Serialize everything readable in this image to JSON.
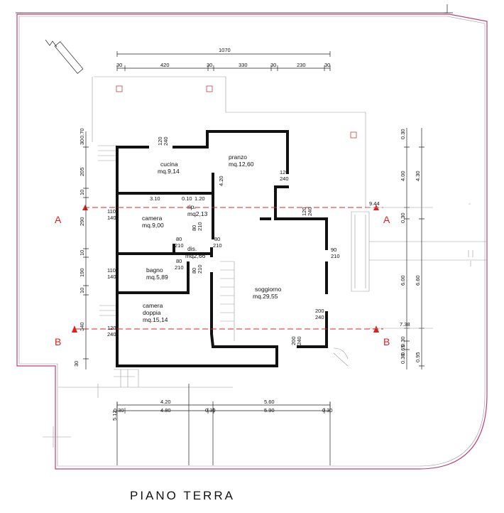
{
  "drawing_title": "PIANO TERRA",
  "sections": {
    "a_left": "A",
    "a_right": "A",
    "b_left": "B",
    "b_right": "B"
  },
  "colors": {
    "section_line": "#e02020",
    "boundary": "#c0407a",
    "walls": "#111111"
  },
  "rooms": {
    "cucina": {
      "name": "cucina",
      "area": "mq.9,14"
    },
    "pranzo": {
      "name": "pranzo",
      "area": "mq.12,60"
    },
    "rip": {
      "name": "rip.",
      "area": "mq2,13"
    },
    "camera": {
      "name": "camera",
      "area": "mq.9,00"
    },
    "dis": {
      "name": "dis.",
      "area": "mq2,66"
    },
    "bagno": {
      "name": "bagno",
      "area": "mq.5,89"
    },
    "soggiorno": {
      "name": "soggiorno",
      "area": "mq.29,55"
    },
    "camera_doppia": {
      "line1": "camera",
      "line2": "doppia",
      "area": "mq.15,14"
    }
  },
  "top_dims": {
    "total": "1070",
    "s1": "30",
    "s2": "420",
    "s3": "30",
    "s4": "330",
    "s5": "30",
    "s6": "230",
    "s7": "30"
  },
  "bottom_dims": {
    "u1": "4.20",
    "u2": "5.60",
    "l1": "0.30",
    "l2": "4.80",
    "l3": "0.30",
    "l4": "5.90",
    "l5": "0.30"
  },
  "left_dims": {
    "d1": "30",
    "d2": "0.70",
    "d3": "205",
    "d4": "10",
    "d5": "290",
    "d6": "10",
    "d7": "190",
    "d8": "10",
    "d9": "340",
    "d10": "30",
    "d11": "5.12"
  },
  "right_dims": {
    "r1": "0.30",
    "r2": "4.00",
    "r3": "4.30",
    "r4": "0.30",
    "r5": "6.00",
    "r6": "6.60",
    "r7": "0.30",
    "r8": "0.65",
    "r9": "0.30",
    "r10": "0.95",
    "r11": "9.44",
    "r12": "7.38"
  },
  "openings": {
    "o1a": "120",
    "o1b": "240",
    "o2a": "120",
    "o2b": "240",
    "o3": "4.20",
    "o4a": "3.10",
    "o4b": "0.10",
    "o4c": "1.20",
    "o5a": "110",
    "o5b": "140",
    "o6a": "80",
    "o6b": "210",
    "o7a": "80",
    "o7b": "210",
    "o8a": "80",
    "o8b": "210",
    "o9a": "80",
    "o9b": "210",
    "o10a": "110",
    "o10b": "140",
    "o11a": "80",
    "o11b": "210",
    "o12a": "120",
    "o12b": "240",
    "o13a": "120",
    "o13b": "240",
    "o14a": "90",
    "o14b": "210",
    "o15a": "200",
    "o15b": "240",
    "o16a": "200",
    "o16b": "240"
  }
}
